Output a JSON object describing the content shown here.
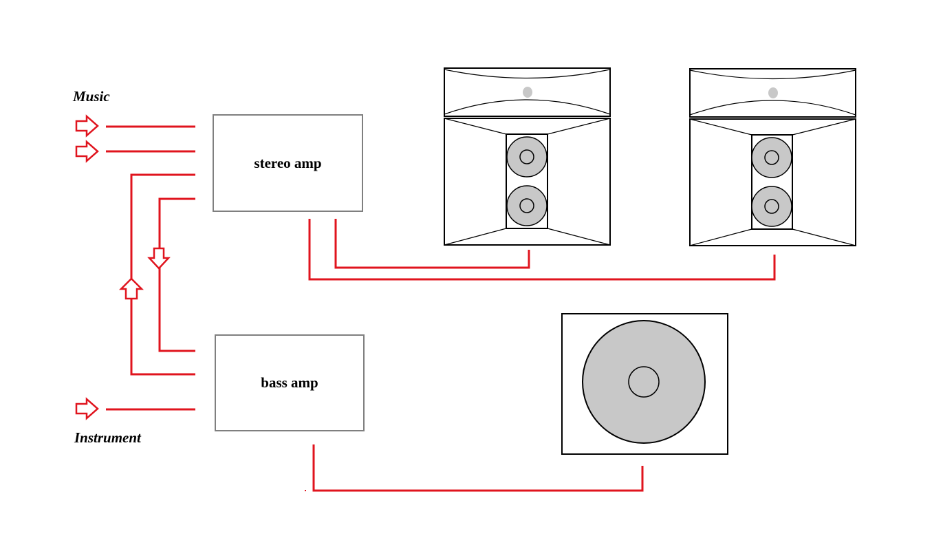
{
  "labels": {
    "music": "Music",
    "instrument": "Instrument"
  },
  "amps": {
    "stereo": "stereo amp",
    "bass": "bass amp"
  },
  "colors": {
    "wire": "#e0141e",
    "amp_border": "#7f7f7f",
    "speaker_fill": "#c8c8c8",
    "outline": "#000000"
  }
}
